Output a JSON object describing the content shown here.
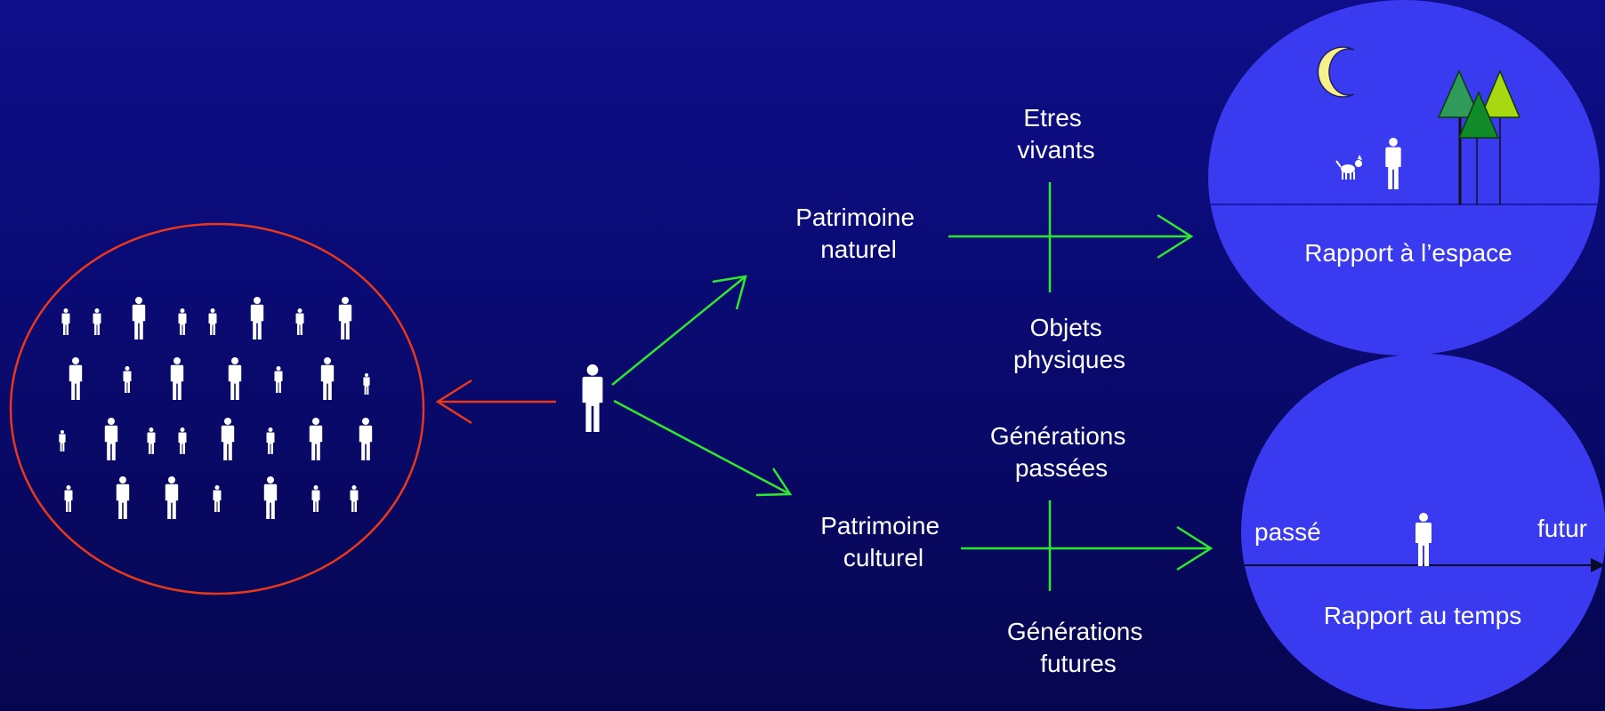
{
  "colors": {
    "background": "#0a0a72",
    "ellipse_stroke": "#e8381a",
    "arrow_green": "#2ee82e",
    "arrow_red": "#e8381a",
    "circle_fill": "#3a3af0",
    "figure": "#ffffff",
    "moon": "#f6f08a",
    "tree_light": "#a8d810",
    "tree_mid": "#2f9a5a",
    "tree_dark": "#118a2a"
  },
  "icons": {
    "person": "person-icon",
    "moon": "moon-icon",
    "tree": "tree-icon",
    "dog": "dog-icon"
  },
  "labels": {
    "natural_heritage": [
      "Patrimoine",
      "naturel"
    ],
    "cultural_heritage": [
      "Patrimoine",
      "culturel"
    ],
    "living_beings": [
      "Etres",
      "vivants"
    ],
    "physical_objects": [
      "Objets",
      "physiques"
    ],
    "past_generations": [
      "Générations",
      "passées"
    ],
    "future_generations": [
      "Générations",
      "futures"
    ],
    "space_relation": "Rapport à l’espace",
    "time_relation": "Rapport au temps",
    "past": "passé",
    "future": "futur"
  }
}
